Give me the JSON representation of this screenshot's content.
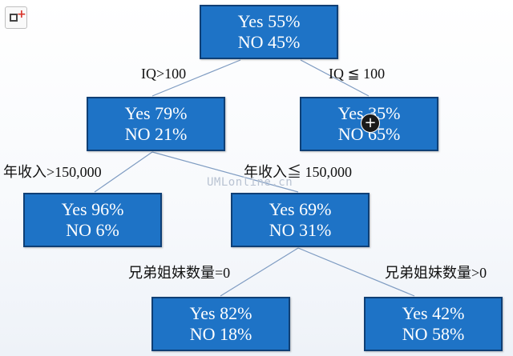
{
  "nodes": {
    "root": {
      "line1": "Yes 55%",
      "line2": "NO 45%"
    },
    "left": {
      "line1": "Yes 79%",
      "line2": "NO 21%"
    },
    "right": {
      "line1": "Yes 35%",
      "line2": "NO 65%"
    },
    "left_left": {
      "line1": "Yes 96%",
      "line2": "NO 6%"
    },
    "left_right": {
      "line1": "Yes 69%",
      "line2": "NO 31%"
    },
    "lr_left": {
      "line1": "Yes 82%",
      "line2": "NO 18%"
    },
    "lr_right": {
      "line1": "Yes 42%",
      "line2": "NO 58%"
    }
  },
  "edges": {
    "root_left": "IQ>100",
    "root_right": "IQ ≦ 100",
    "left_left": "年收入>150,000",
    "left_right": "年收入≦ 150,000",
    "lr_left": "兄弟姐妹数量=0",
    "lr_right": "兄弟姐妹数量>0"
  },
  "watermark": "UMLonline.cn",
  "colors": {
    "node_fill": "#1e73c6",
    "node_border": "#0f3f75",
    "edge": "#7f9cc2"
  }
}
